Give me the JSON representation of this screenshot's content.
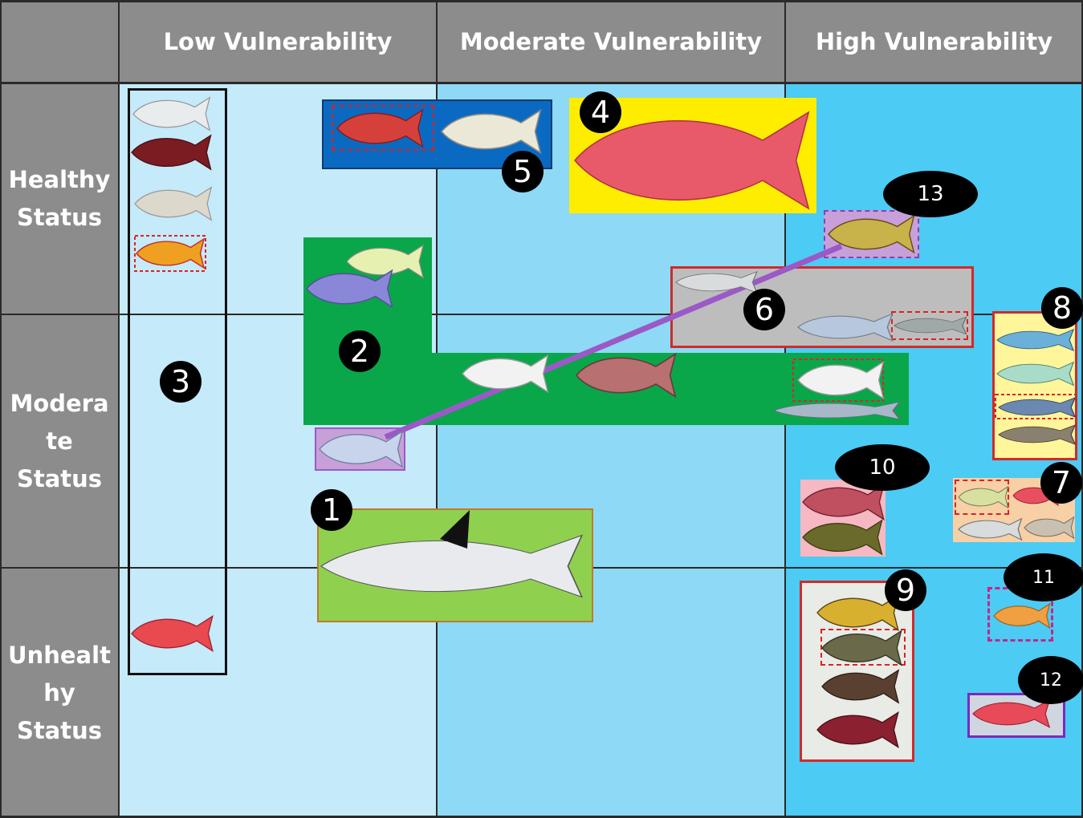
{
  "columns": [
    {
      "label": "Low Vulnerability"
    },
    {
      "label": "Moderate Vulnerability"
    },
    {
      "label": "High Vulnerability"
    }
  ],
  "rows": [
    {
      "label": "Healthy\nStatus"
    },
    {
      "label": "Modera\nte\nStatus"
    },
    {
      "label": "Unhealt\nhy\nStatus"
    }
  ],
  "groups": [
    {
      "id": "1",
      "fish": [
        "tarpon"
      ]
    },
    {
      "id": "2",
      "fish": [
        "yellowtail-grunt",
        "blue-parrot",
        "white-grunt",
        "mutton-snapper",
        "white-margate",
        "barracuda"
      ]
    },
    {
      "id": "3",
      "fish": [
        "white-porgy",
        "dark-snapper",
        "pale-porgy",
        "yellow-snapper",
        "red-snapper"
      ]
    },
    {
      "id": "4",
      "fish": [
        "red-snapper-large"
      ]
    },
    {
      "id": "5",
      "fish": [
        "red-squirrelfish",
        "jack"
      ]
    },
    {
      "id": "6",
      "fish": [
        "silver-fish",
        "bonefish",
        "mullet"
      ]
    },
    {
      "id": "7",
      "fish": [
        "yellow-grunt",
        "red-hind",
        "drum",
        "grey-snapper"
      ]
    },
    {
      "id": "8",
      "fish": [
        "mackerel",
        "jack-yellow",
        "jack-blue",
        "cobia"
      ]
    },
    {
      "id": "9",
      "fish": [
        "yellow-grouper",
        "jewfish",
        "banded-grouper",
        "red-grouper"
      ]
    },
    {
      "id": "10",
      "fish": [
        "red-snapper-small",
        "olive-grouper"
      ]
    },
    {
      "id": "11",
      "fish": [
        "orange-grouper"
      ]
    },
    {
      "id": "12",
      "fish": [
        "red-spotted-grouper"
      ]
    },
    {
      "id": "13",
      "fish": [
        "lane-snapper"
      ]
    }
  ],
  "colors": {
    "header_gray": "#8c8c8c",
    "low": "#c5eaf9",
    "moderate": "#8ed9f5",
    "high": "#4ccbf4",
    "group2_green": "#0aa64a",
    "group1_lime": "#8fd14f",
    "group4_yellow": "#ffed00",
    "group5_blue": "#0a6ac2",
    "connector_purple": "#9b59c7"
  }
}
